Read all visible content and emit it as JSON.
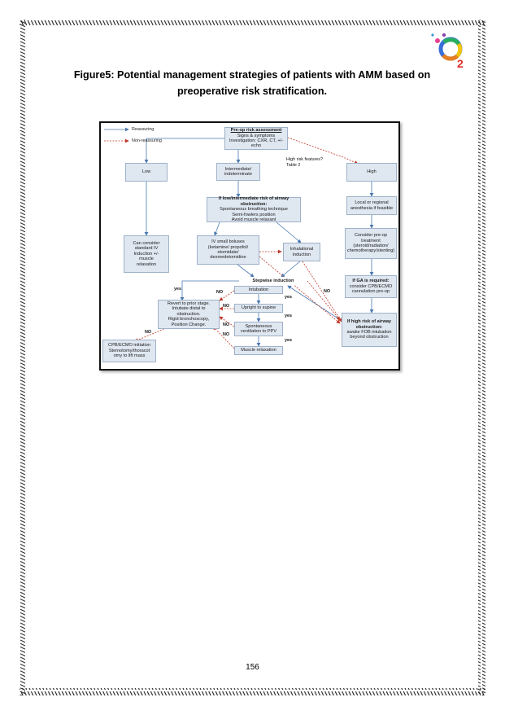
{
  "figure": {
    "title_line1": "Figure5: Potential management strategies of patients with AMM based on",
    "title_line2": "preoperative risk stratification."
  },
  "logo": {
    "letter": "O",
    "subscript": "2"
  },
  "legend": {
    "reassuring": "Reassuring",
    "non_reassuring": "Non-reassuring"
  },
  "colors": {
    "reassuring_arrow": "#4a78b0",
    "non_reassuring_arrow": "#c0392b",
    "node_fill": "#dfe7f1",
    "node_border": "#9fb2c8"
  },
  "nodes": {
    "preop": {
      "title": "Pre-op risk assessment",
      "line1": "Signs & symptoms",
      "line2": "Investigation: CXR, CT, +/- echo"
    },
    "low": {
      "line1": "Low"
    },
    "intermediate": {
      "line1": "Intermediate/",
      "line2": "indeterminate"
    },
    "high": {
      "line1": "High"
    },
    "airway_risk": {
      "title": "If low/intermediate risk of airway obstruction:",
      "line1": "Spontaneous breathing technique",
      "line2": "Semi-fowlers position",
      "line3": "Avoid muscle relaxant"
    },
    "local": {
      "line1": "Local or regional",
      "line2": "anesthesia if feasible"
    },
    "standard_iv": {
      "line1": "Can consider",
      "line2": "standard IV",
      "line3": "Induction +/-",
      "line4": "muscle",
      "line5": "relaxation"
    },
    "iv_boluses": {
      "line1": "IV small boluses",
      "line2": "(ketamine/ propofol/",
      "line3": "etomidate/",
      "line4": "dexmedetomidine"
    },
    "inhalational": {
      "line1": "Inhalational",
      "line2": "induction"
    },
    "preop_treatment": {
      "line1": "Consider pre-op",
      "line2": "treatment",
      "line3": "(steroid/radiation/",
      "line4": "chemotherapy/stenting)"
    },
    "stepwise": {
      "title": "Stepwise induction"
    },
    "intubation": {
      "line1": "Intubation"
    },
    "ga_required": {
      "title": "If GA is required:",
      "line1": "consider CPB/ECMO",
      "line2": "cannulation pre-op"
    },
    "revert": {
      "line1": "Revert to prior stage.",
      "line2": "Intubate distal to",
      "line3": "obstruction.",
      "line4": "Rigid bronchoscopy,",
      "line5": "Position Change."
    },
    "upright": {
      "line1": "Upright to supine"
    },
    "spontaneous": {
      "line1": "Spontaneous",
      "line2": "ventilation to PPV"
    },
    "high_airway": {
      "title": "If high risk of airway",
      "title2": "obstruction:",
      "line1": "awake FOB intubation",
      "line2": "beyond obstruction"
    },
    "muscle": {
      "line1": "Muscle relaxation"
    },
    "cpb": {
      "line1": "CPB/ECMO initiation",
      "line2": "Sternotomy/thoracot",
      "line3": "omy to lift mass"
    }
  },
  "labels": {
    "high_risk_features_1": "High risk features?",
    "high_risk_features_2": "Table 2",
    "yes": "yes",
    "no": "NO"
  },
  "page": {
    "number": "156"
  }
}
